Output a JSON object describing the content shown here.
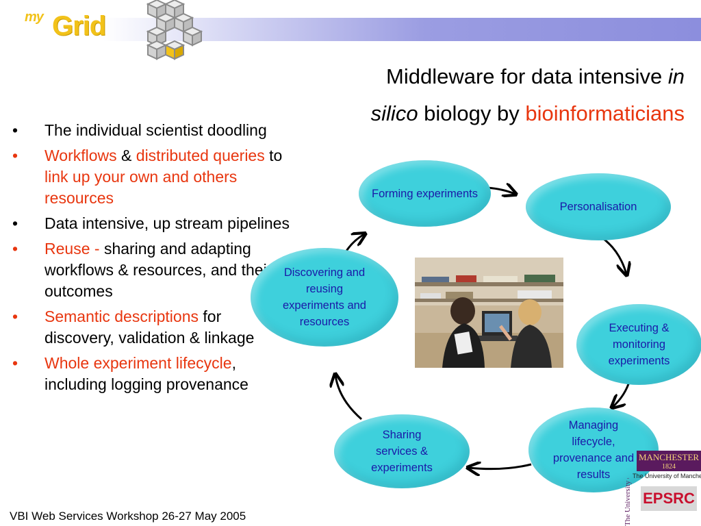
{
  "logo": {
    "my": "my",
    "grid": "Grid"
  },
  "title": {
    "line1_pre": "Middleware for data intensive ",
    "line1_it": "in",
    "line2_it": "silico",
    "line2_mid": " biology by ",
    "line2_red": "bioinformaticians"
  },
  "bullet_marker": "•",
  "bullets": {
    "b1": "The individual scientist doodling",
    "b2_r1": "Workflows",
    "b2_t1": " & ",
    "b2_r2": "distributed queries",
    "b2_t2": "  to ",
    "b2_r3": "link up your own and others resources",
    "b3": "Data intensive, up stream pipelines",
    "b4_r": "Reuse - ",
    "b4_t": "sharing and adapting workflows & resources, and their outcomes",
    "b5_r": "Semantic descriptions",
    "b5_t": " for discovery, validation & linkage",
    "b6_r": "Whole experiment lifecycle",
    "b6_t": ", including logging provenance"
  },
  "cycle": {
    "forming": "Forming experiments",
    "personalisation": "Personalisation",
    "executing": "Executing & monitoring experiments",
    "managing": "Managing lifecycle, provenance and results",
    "sharing": "Sharing services & experiments",
    "discovering": "Discovering and reusing experiments and resources"
  },
  "colors": {
    "node": "#3ed0dc",
    "node_text": "#1a1aa8",
    "accent_red": "#e8360f",
    "logo_yellow": "#f2c21a"
  },
  "footer": "VBI Web Services Workshop 26-27 May 2005",
  "logos": {
    "manchester": "MANCHESTER",
    "manchester_year": "1824",
    "manchester_sub": "The University of Manchester",
    "uni_vertical": "The University of Manchester",
    "epsrc": "EPSRC"
  }
}
